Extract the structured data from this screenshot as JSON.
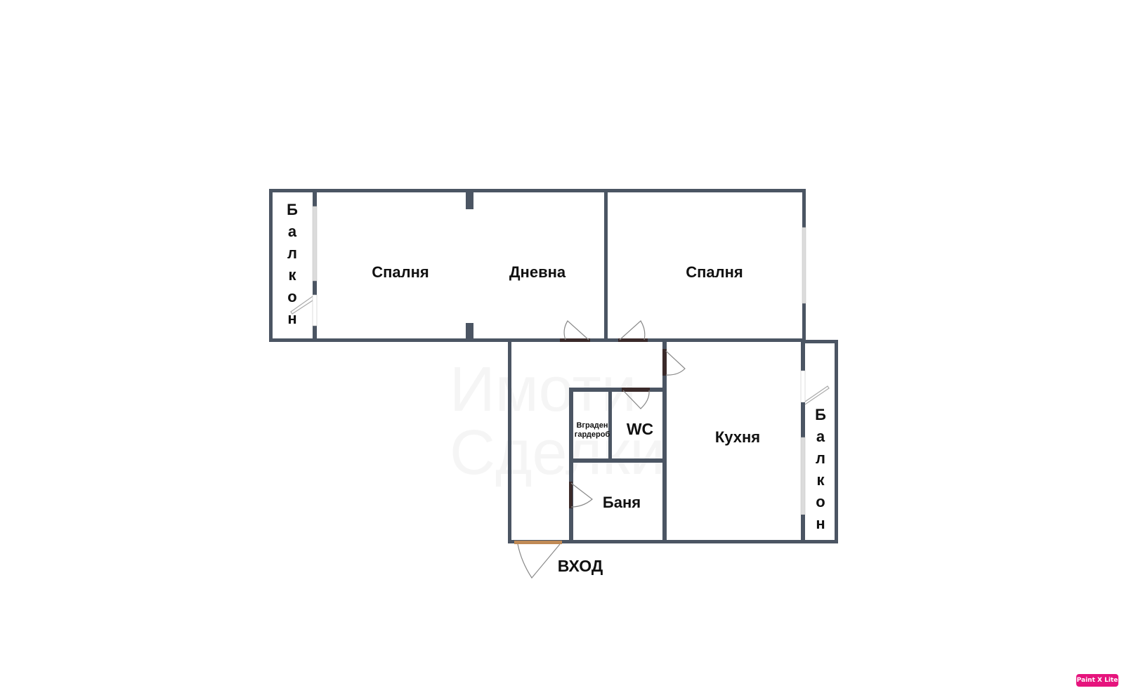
{
  "floorplan": {
    "watermark": [
      "Имоти",
      "Сделки"
    ],
    "rooms": [
      {
        "id": "balcony_west",
        "label": "Балкон",
        "vertical": true
      },
      {
        "id": "bedroom_1",
        "label": "Спалня"
      },
      {
        "id": "living_room",
        "label": "Дневна"
      },
      {
        "id": "bedroom_2",
        "label": "Спалня"
      },
      {
        "id": "wardrobe",
        "label": "Вграден гардероб",
        "lines": [
          "Вграден",
          "гардероб"
        ]
      },
      {
        "id": "wc",
        "label": "WC"
      },
      {
        "id": "kitchen",
        "label": "Кухня"
      },
      {
        "id": "bathroom",
        "label": "Баня"
      },
      {
        "id": "balcony_east",
        "label": "Балкон",
        "vertical": true
      }
    ],
    "entrance_label": "ВХОД",
    "colors": {
      "wall": "#4b5563",
      "door_leaf": "#3a2a2a",
      "entrance_door": "#c08a55",
      "window": "#dcdcdc",
      "text": "#111111"
    }
  },
  "badge": {
    "label": "Paint X Lite",
    "color": "#e6147d"
  }
}
